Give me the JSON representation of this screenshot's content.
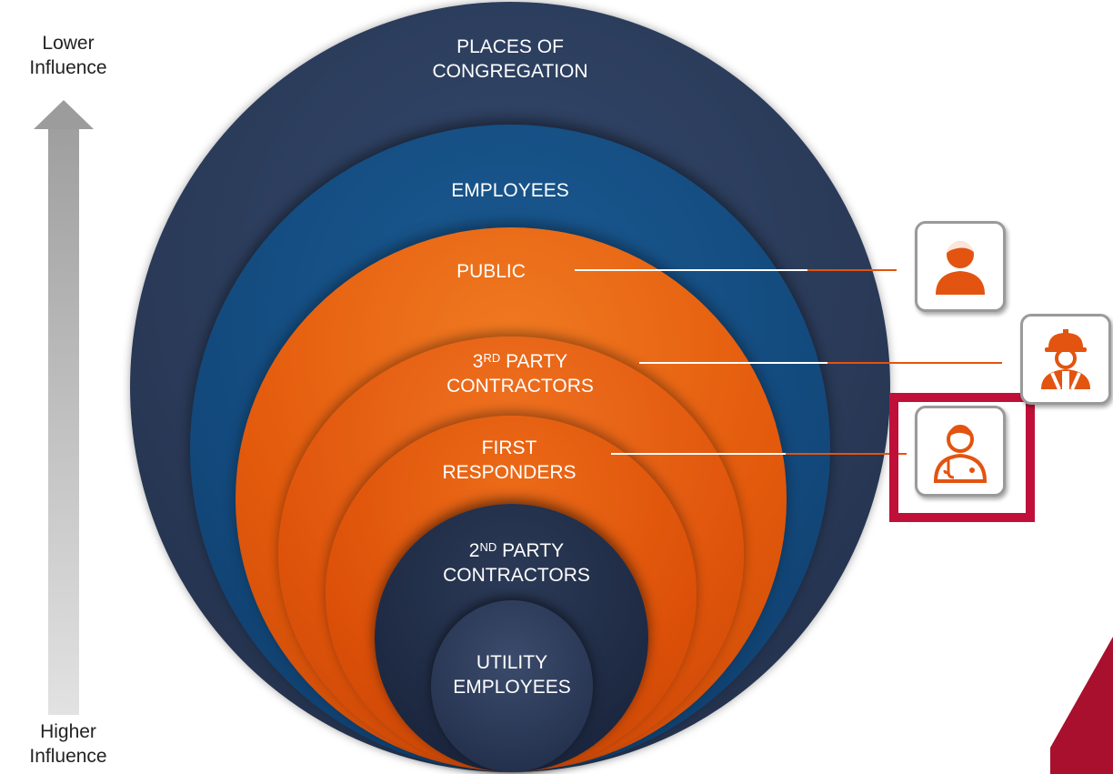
{
  "axis": {
    "top_label": "Lower\nInfluence",
    "bottom_label": "Higher\nInfluence"
  },
  "rings": {
    "places_of_congregation": "PLACES OF\nCONGREGATION",
    "employees": "EMPLOYEES",
    "public": "PUBLIC",
    "third_party": {
      "num": "3",
      "sup": "RD",
      "line1": " PARTY",
      "line2": "CONTRACTORS"
    },
    "first_responders": "FIRST\nRESPONDERS",
    "second_party": {
      "num": "2",
      "sup": "ND",
      "line1": " PARTY",
      "line2": "CONTRACTORS"
    },
    "utility_employees": "UTILITY\nEMPLOYEES"
  },
  "icons": [
    "person-icon",
    "construction-worker-icon",
    "doctor-icon"
  ],
  "colors": {
    "navy": "#2a3a58",
    "blue": "#134a7d",
    "orange": "#e35a0c",
    "icon_orange": "#e25410",
    "highlight": "#c0103a"
  }
}
